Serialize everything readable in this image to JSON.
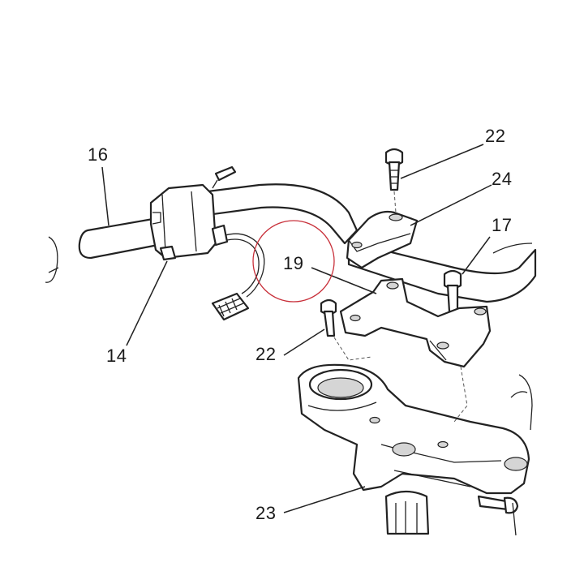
{
  "diagram": {
    "callouts": [
      {
        "id": "16",
        "text": "16"
      },
      {
        "id": "22a",
        "text": "22"
      },
      {
        "id": "24",
        "text": "24"
      },
      {
        "id": "17",
        "text": "17"
      },
      {
        "id": "19",
        "text": "19"
      },
      {
        "id": "22b",
        "text": "22"
      },
      {
        "id": "14",
        "text": "14"
      },
      {
        "id": "23",
        "text": "23"
      }
    ],
    "highlight": {
      "target": "19",
      "color": "#c8303a"
    },
    "colors": {
      "line": "#222222",
      "shade": "#c9c9c9",
      "background": "#ffffff"
    }
  }
}
